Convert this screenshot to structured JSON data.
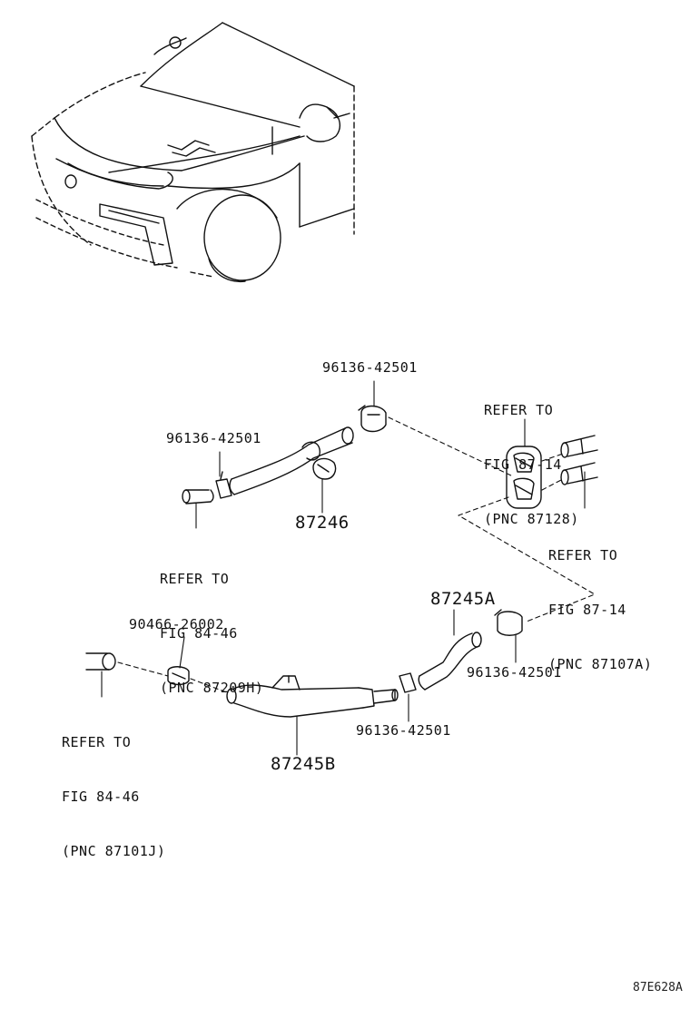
{
  "diagram": {
    "labels": {
      "part_top_clamp": "96136-42501",
      "part_left_clamp": "96136-42501",
      "part_87246": "87246",
      "part_87245A": "87245A",
      "part_right_clamp": "96136-42501",
      "part_90466": "90466-26002",
      "part_mid_clamp": "96136-42501",
      "part_87245B": "87245B",
      "figure_id": "87E628A"
    },
    "refers": {
      "ref_87128": [
        "REFER TO",
        "FIG 87-14",
        "(PNC 87128)"
      ],
      "ref_87107A": [
        "REFER TO",
        "FIG 87-14",
        "(PNC 87107A)"
      ],
      "ref_87209H": [
        "REFER TO",
        "FIG 84-46",
        "(PNC 87209H)"
      ],
      "ref_87101J": [
        "REFER TO",
        "FIG 84-46",
        "(PNC 87101J)"
      ]
    }
  }
}
